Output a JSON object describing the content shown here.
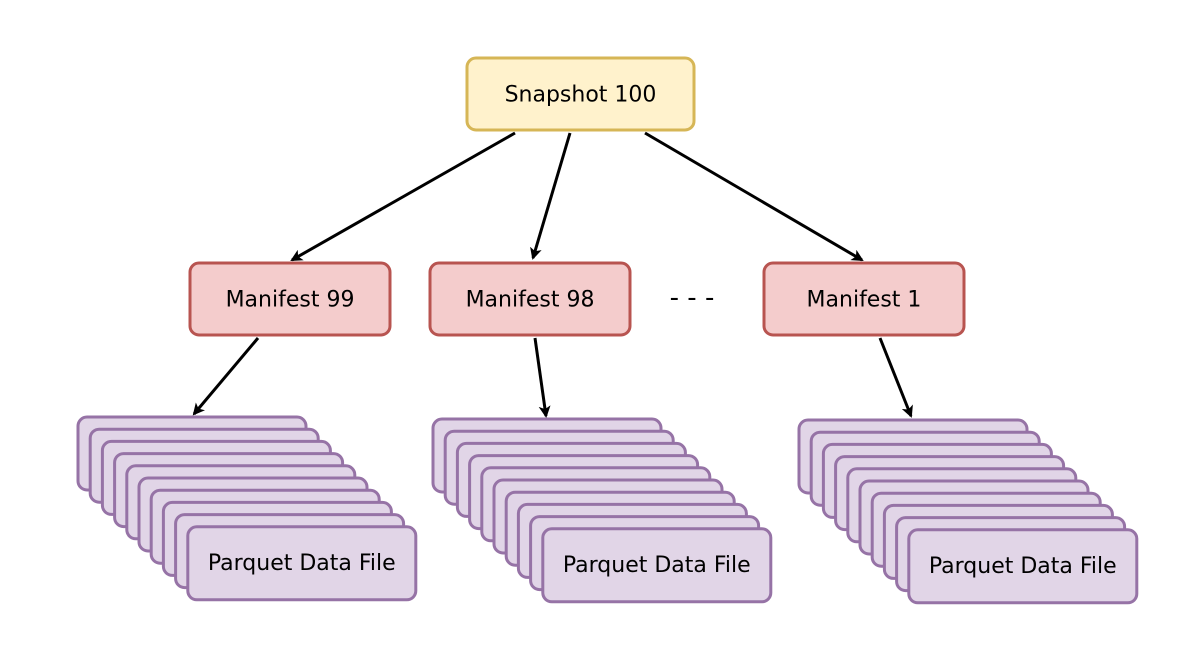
{
  "colors": {
    "snapshot_fill": "#fff2cc",
    "snapshot_stroke": "#d6b656",
    "manifest_fill": "#f4cccc",
    "manifest_stroke": "#b85450",
    "file_fill": "#e1d5e7",
    "file_stroke": "#9673a6",
    "edge": "#000000"
  },
  "snapshot": {
    "label": "Snapshot 100"
  },
  "manifests": [
    {
      "label": "Manifest 99"
    },
    {
      "label": "Manifest 98"
    },
    {
      "label": "Manifest 1"
    }
  ],
  "ellipsis": "- - -",
  "file_groups": [
    {
      "label": "Parquet Data File"
    },
    {
      "label": "Parquet Data File"
    },
    {
      "label": "Parquet Data File"
    }
  ]
}
